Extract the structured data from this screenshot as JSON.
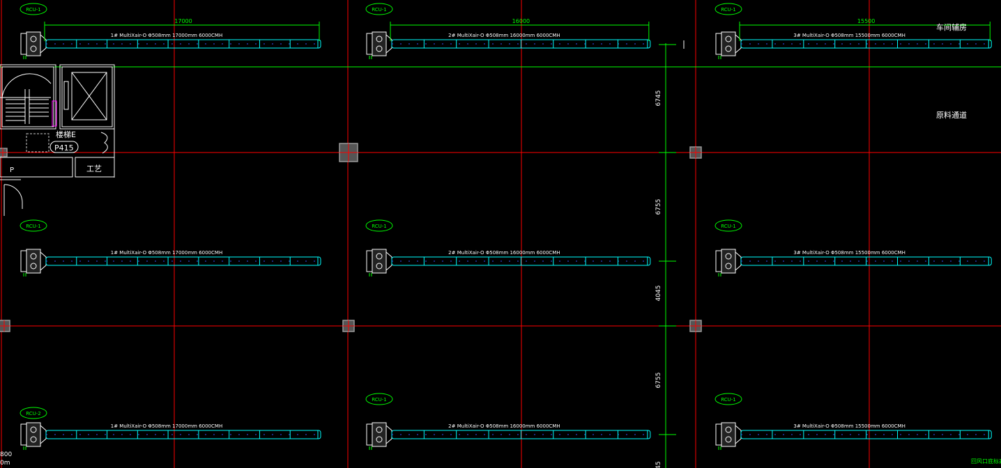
{
  "colors": {
    "background": "#000000",
    "grid": "#ff0000",
    "duct": "#00ffff",
    "dim": "#00ff00",
    "white": "#ffffff",
    "magenta": "#ff00ff",
    "column": "#9a9a9a"
  },
  "rows": [
    {
      "units": [
        {
          "tag": "RCU-1",
          "label": "1# MultiXair-O Φ508mm 17000mm 6000CMH",
          "length_mm": 17000,
          "dim_label": "17000"
        },
        {
          "tag": "RCU-1",
          "label": "2# MultiXair-O Φ508mm 16000mm 6000CMH",
          "length_mm": 16000,
          "dim_label": "16000"
        },
        {
          "tag": "RCU-1",
          "label": "3# MultiXair-O Φ508mm 15500mm 6000CMH",
          "length_mm": 15500,
          "dim_label": "15500"
        }
      ]
    },
    {
      "units": [
        {
          "tag": "RCU-1",
          "label": "1# MultiXair-O Φ508mm 17000mm 6000CMH",
          "length_mm": 17000,
          "dim_label": ""
        },
        {
          "tag": "RCU-1",
          "label": "2# MultiXair-O Φ508mm 16000mm 6000CMH",
          "length_mm": 16000,
          "dim_label": ""
        },
        {
          "tag": "RCU-1",
          "label": "3# MultiXair-O Φ508mm 15500mm 6000CMH",
          "length_mm": 15500,
          "dim_label": ""
        }
      ]
    },
    {
      "units": [
        {
          "tag": "RCU-2",
          "label": "1# MultiXair-O Φ508mm 17000mm 6000CMH",
          "length_mm": 17000,
          "dim_label": ""
        },
        {
          "tag": "RCU-1",
          "label": "2# MultiXair-O Φ508mm 16000mm 6000CMH",
          "length_mm": 16000,
          "dim_label": ""
        },
        {
          "tag": "RCU-1",
          "label": "3# MultiXair-O Φ508mm 15500mm 6000CMH",
          "length_mm": 15500,
          "dim_label": ""
        }
      ]
    }
  ],
  "vertical_dims": [
    "6745",
    "6755",
    "4045",
    "6755",
    "45"
  ],
  "room_labels": {
    "workshop_aux": "车间辅房",
    "material_corridor": "原料通道",
    "stair": "楼梯E",
    "stair_code": "P415",
    "process": "工艺",
    "parking": "P",
    "bottom_right_note": "回风口底标高2",
    "bottom_left_a": "800",
    "bottom_left_b": "0m"
  }
}
